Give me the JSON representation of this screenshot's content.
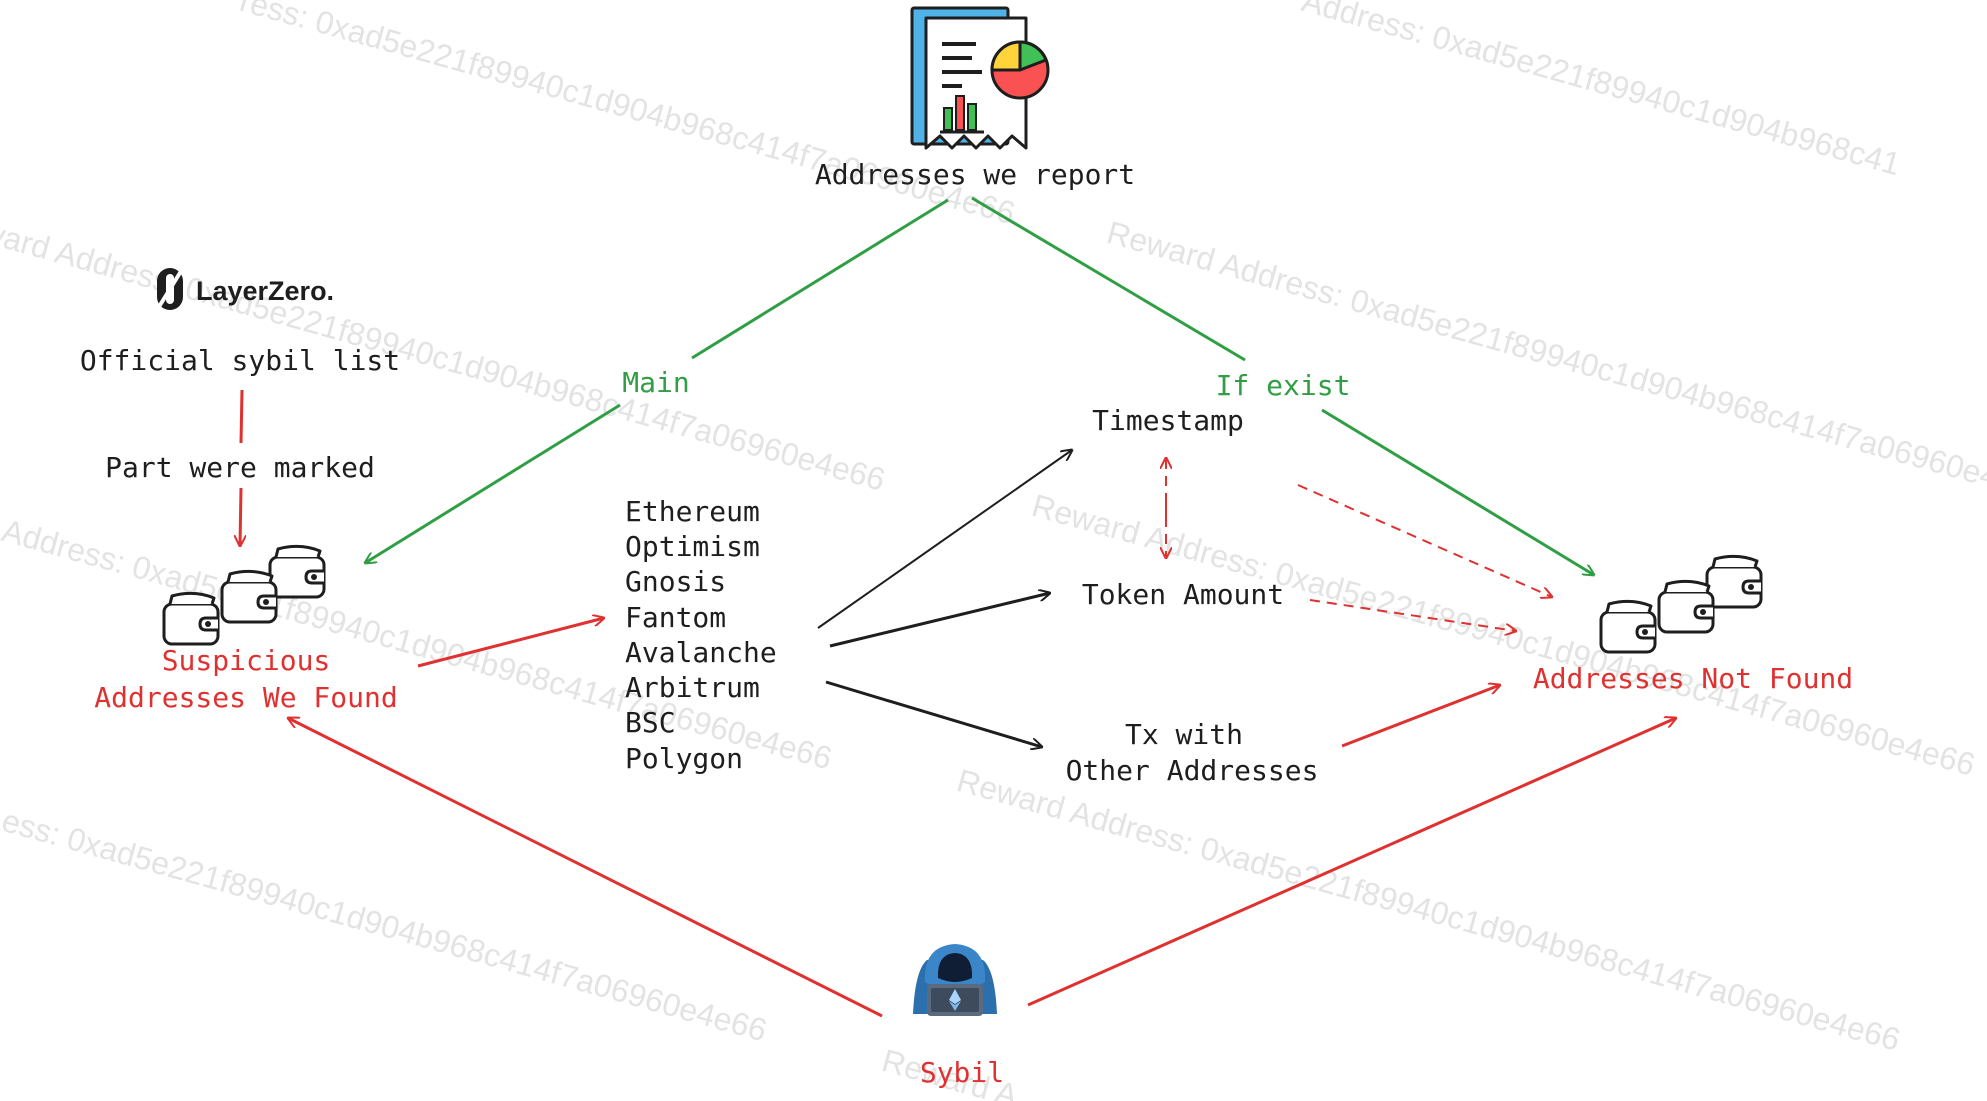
{
  "watermark": {
    "text_full": "Reward Address: 0xad5e221f89940c1d904b968c414f7a06960e4e66",
    "fragment_top_left": "ress: 0xad5e221f89940c1d904b968c414f7a06960e4e66",
    "fragment_top_right": "Address: 0xad5e221f89940c1d904b968c41",
    "fragment_left": "Address: 0xad5e221f89940c1d904b968c414f7a06960e4e66",
    "fragment_bottom_left": "ess: 0xad5e221f89940c1d904b968c414f7a06960e4e66",
    "fragment_bottom": "Reward Address: 0xad5e221f89940c1d904b968c414f7a06960e4e66",
    "fragment_small": "Reward A"
  },
  "nodes": {
    "report_label": "Addresses we report",
    "layerzero_logo_text": "LayerZero.",
    "official_list": "Official sybil list",
    "part_marked": "Part were marked",
    "suspicious_line1": "Suspicious",
    "suspicious_line2": "Addresses We Found",
    "chains": [
      "Ethereum",
      "Optimism",
      "Gnosis",
      "Fantom",
      "Avalanche",
      "Arbitrum",
      "BSC",
      "Polygon"
    ],
    "timestamp": "Timestamp",
    "token_amount": "Token Amount",
    "tx_line1": "Tx with",
    "tx_line2": "Other Addresses",
    "not_found": "Addresses Not Found",
    "sybil": "Sybil"
  },
  "edge_labels": {
    "main": "Main",
    "if_exist": "If exist"
  },
  "colors": {
    "text": "#1e1e1e",
    "red": "#e03131",
    "green": "#2f9e44",
    "watermark": "#e3e3e3",
    "hood_blue": "#3a86c8",
    "doc_blue": "#4fb3e8",
    "pie_red": "#fa5252",
    "pie_yellow": "#ffd43b",
    "pie_green": "#40c057"
  },
  "icons": [
    "report-document-icon",
    "layerzero-logo-icon",
    "wallet-icon",
    "hooded-hacker-icon"
  ]
}
